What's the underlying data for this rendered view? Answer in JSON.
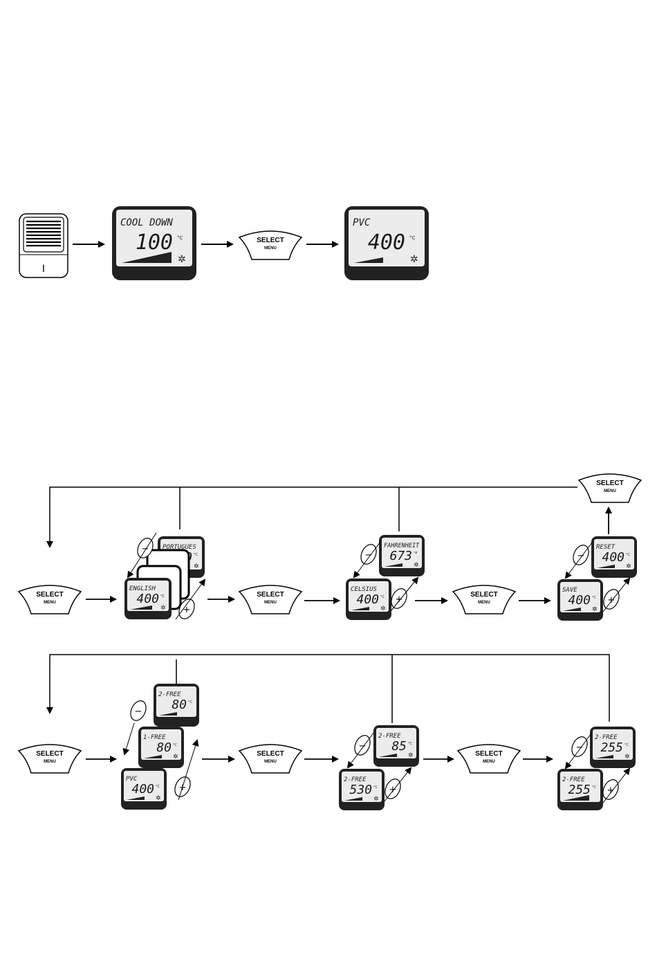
{
  "power_switch": {
    "label": "I"
  },
  "select_button": {
    "line1": "SELECT",
    "line2": "MENU"
  },
  "top_row": {
    "cooldown": {
      "top": "COOL DOWN",
      "value": "100",
      "unit": "°C"
    },
    "pvc": {
      "top": "PVC",
      "value": "400",
      "unit": "°C"
    }
  },
  "language_row": {
    "portugues": {
      "top": "PORTUGUES",
      "value": "400",
      "unit": "°C"
    },
    "english": {
      "top": "ENGLISH",
      "value": "400",
      "unit": "°C"
    },
    "fahrenheit": {
      "top": "FAHRENHEIT",
      "value": "673",
      "unit": "°F"
    },
    "celsius": {
      "top": "CELSIUS",
      "value": "400",
      "unit": "°C"
    },
    "reset": {
      "top": "RESET",
      "value": "400",
      "unit": "°C"
    },
    "save": {
      "top": "SAVE",
      "value": "400",
      "unit": "°C"
    }
  },
  "free_row": {
    "free2_a": {
      "top": "2-FREE",
      "value": "80",
      "unit": "°C"
    },
    "free1": {
      "top": "1-FREE",
      "value": "80",
      "unit": "°C"
    },
    "pvc": {
      "top": "PVC",
      "value": "400",
      "unit": "°C"
    },
    "free2_b": {
      "top": "2-FREE",
      "value": "85",
      "unit": "°C"
    },
    "free2_c": {
      "top": "2-FREE",
      "value": "530",
      "unit": "°C"
    },
    "free2_d": {
      "top": "2-FREE",
      "value": "255",
      "unit": "°C"
    },
    "free2_e": {
      "top": "2-FREE",
      "value": "255",
      "unit": "°C"
    }
  },
  "symbols": {
    "minus": "−",
    "plus": "+",
    "fan": "✲"
  }
}
